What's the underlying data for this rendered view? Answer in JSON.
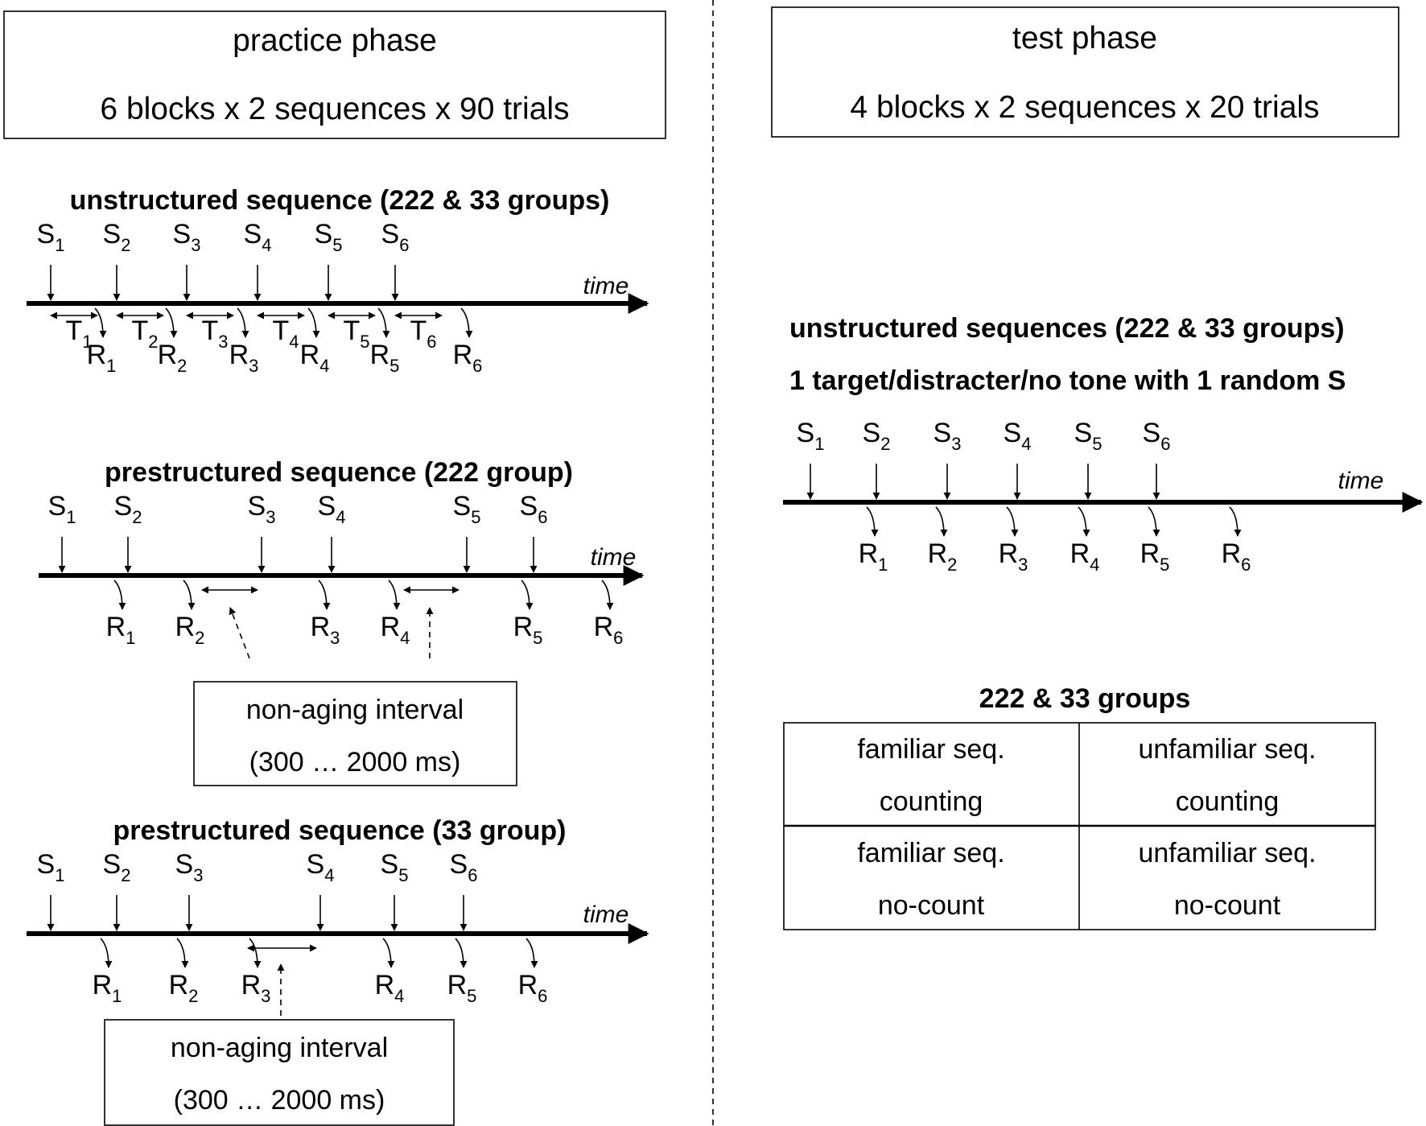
{
  "practice": {
    "box_title": "practice phase",
    "box_detail": "6 blocks x 2 sequences x 90 trials",
    "unstructured": {
      "title": "unstructured sequence (222 & 33 groups)",
      "time_label": "time"
    },
    "pre222": {
      "title": "prestructured sequence (222 group)",
      "time_label": "time",
      "interval_line1": "non-aging interval",
      "interval_line2": "(300 … 2000 ms)"
    },
    "pre33": {
      "title": "prestructured sequence (33 group)",
      "time_label": "time",
      "interval_line1": "non-aging interval",
      "interval_line2": "(300 … 2000 ms)"
    }
  },
  "test": {
    "box_title": "test phase",
    "box_detail": "4 blocks x 2 sequences x 20 trials",
    "unstructured_title": "unstructured sequences (222 & 33 groups)",
    "unstructured_subtitle": "1 target/distracter/no tone with 1 random S",
    "time_label": "time",
    "groups_title": "222 & 33 groups",
    "cells": {
      "tl1": "familiar seq.",
      "tl2": "counting",
      "tr1": "unfamiliar seq.",
      "tr2": "counting",
      "bl1": "familiar seq.",
      "bl2": "no-count",
      "br1": "unfamiliar seq.",
      "br2": "no-count"
    }
  },
  "symbols": {
    "stimulus": "S",
    "response": "R",
    "interval": "T",
    "indices": [
      "1",
      "2",
      "3",
      "4",
      "5",
      "6"
    ]
  }
}
